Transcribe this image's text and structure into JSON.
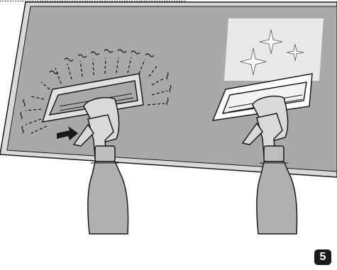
{
  "step": {
    "number": "5"
  },
  "colors": {
    "window_glass": "#a9a9a9",
    "window_frame": "#d9d9d9",
    "clean_area": "#e6e6e6",
    "sparkle": "#ffffff",
    "bottle": "#b0b0b0",
    "outline": "#1a1a1a",
    "badge": "#1a1a1a"
  },
  "icons": [
    "window-pane",
    "window-vacuum",
    "spray-bottle",
    "push-arrow",
    "dirt-marks",
    "sparkle-stars"
  ]
}
